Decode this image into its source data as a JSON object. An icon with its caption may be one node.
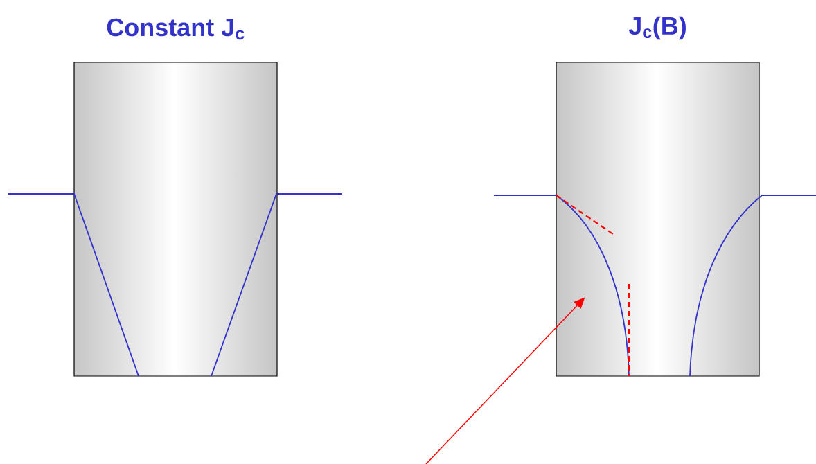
{
  "diagram": {
    "nodes": [
      {
        "text": [
          "Constant J$_{c}$"
        ]
      },
      {
        "text": [
          "J$_{c}$(B)"
        ]
      }
    ],
    "edges": [
      {
        "from": null,
        "to": 1,
        "arrow": "to",
        "color": "#ff0000"
      }
    ]
  }
}
